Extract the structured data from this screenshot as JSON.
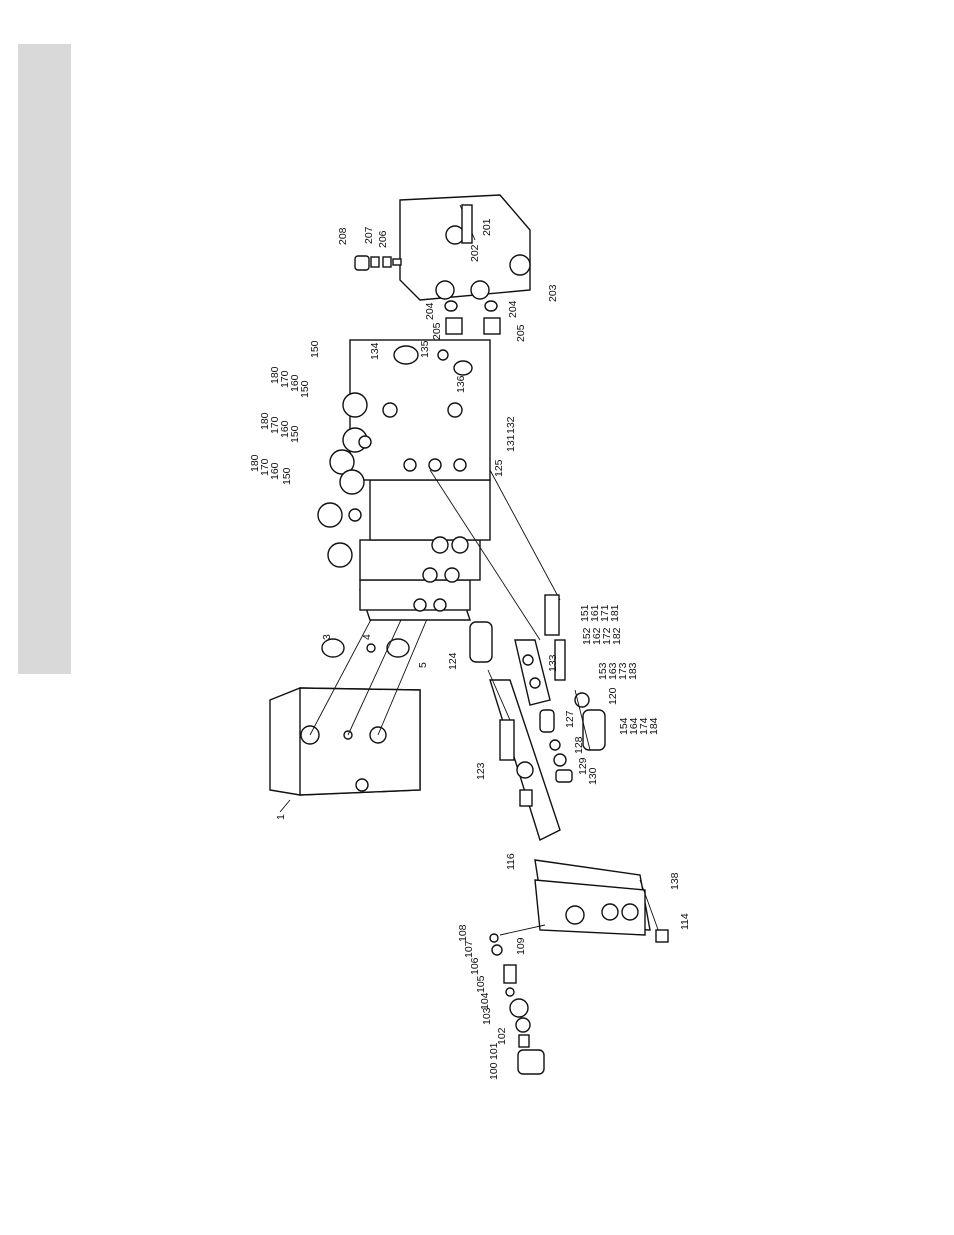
{
  "labels": {
    "p1": "1",
    "p3": "3",
    "p4": "4",
    "p5": "5",
    "p100": "100",
    "p101": "101",
    "p102": "102",
    "p103": "103",
    "p104": "104",
    "p105": "105",
    "p106": "106",
    "p107": "107",
    "p108": "108",
    "p109": "109",
    "p114": "114",
    "p116": "116",
    "p120": "120",
    "p123": "123",
    "p124": "124",
    "p125": "125",
    "p127": "127",
    "p128": "128",
    "p129": "129",
    "p130": "130",
    "p131": "131",
    "p132": "132",
    "p133": "133",
    "p134": "134",
    "p135": "135",
    "p136": "136",
    "p138": "138",
    "p150a": "150",
    "p150b": "150",
    "p150c": "150",
    "p150d": "150",
    "p151": "151",
    "p152": "152",
    "p153": "153",
    "p154": "154",
    "p160a": "160",
    "p160b": "160",
    "p160c": "160",
    "p161": "161",
    "p162": "162",
    "p163": "163",
    "p164": "164",
    "p170a": "170",
    "p170b": "170",
    "p170c": "170",
    "p171": "171",
    "p172": "172",
    "p173": "173",
    "p174": "174",
    "p180a": "180",
    "p180b": "180",
    "p180c": "180",
    "p181": "181",
    "p182": "182",
    "p183": "183",
    "p184": "184",
    "p201": "201",
    "p202": "202",
    "p203": "203",
    "p204a": "204",
    "p204b": "204",
    "p205a": "205",
    "p205b": "205",
    "p206": "206",
    "p207": "207",
    "p208": "208"
  }
}
